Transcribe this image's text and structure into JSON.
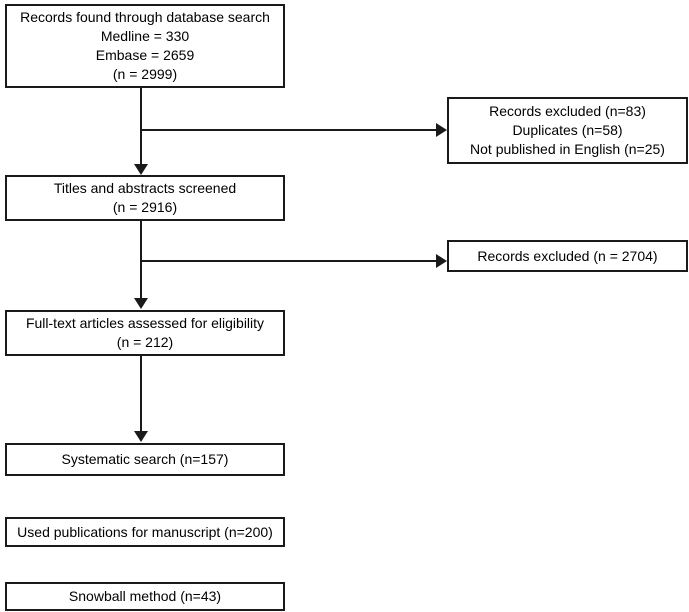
{
  "diagram": {
    "type": "prisma-flowchart",
    "colors": {
      "background": "#ffffff",
      "line": "#1a1a1a",
      "text": "#000000",
      "box_fill": "#ffffff"
    },
    "boxes": [
      {
        "id": "records-found",
        "lines": [
          "Records found through database search",
          "Medline = 330",
          "Embase = 2659",
          "(n = 2999)"
        ]
      },
      {
        "id": "records-excluded-1",
        "lines": [
          "Records excluded (n=83)",
          "Duplicates (n=58)",
          "Not published in English (n=25)"
        ]
      },
      {
        "id": "titles-screened",
        "lines": [
          "Titles and abstracts screened",
          "(n = 2916)"
        ]
      },
      {
        "id": "records-excluded-2",
        "lines": [
          "Records excluded (n = 2704)"
        ]
      },
      {
        "id": "fulltext-assessed",
        "lines": [
          "Full-text articles assessed for eligibility",
          "(n = 212)"
        ]
      },
      {
        "id": "systematic-search",
        "lines": [
          "Systematic search (n=157)"
        ]
      },
      {
        "id": "used-publications",
        "lines": [
          "Used publications for manuscript (n=200)"
        ]
      },
      {
        "id": "snowball-method",
        "lines": [
          "Snowball method (n=43)"
        ]
      }
    ],
    "arrows": [
      {
        "from": "records-found",
        "to": "titles-screened",
        "direction": "down"
      },
      {
        "from": "records-found-connector",
        "to": "records-excluded-1",
        "direction": "right"
      },
      {
        "from": "titles-screened",
        "to": "fulltext-assessed",
        "direction": "down"
      },
      {
        "from": "titles-screened-connector",
        "to": "records-excluded-2",
        "direction": "right"
      },
      {
        "from": "fulltext-assessed",
        "to": "systematic-search",
        "direction": "down"
      }
    ]
  }
}
